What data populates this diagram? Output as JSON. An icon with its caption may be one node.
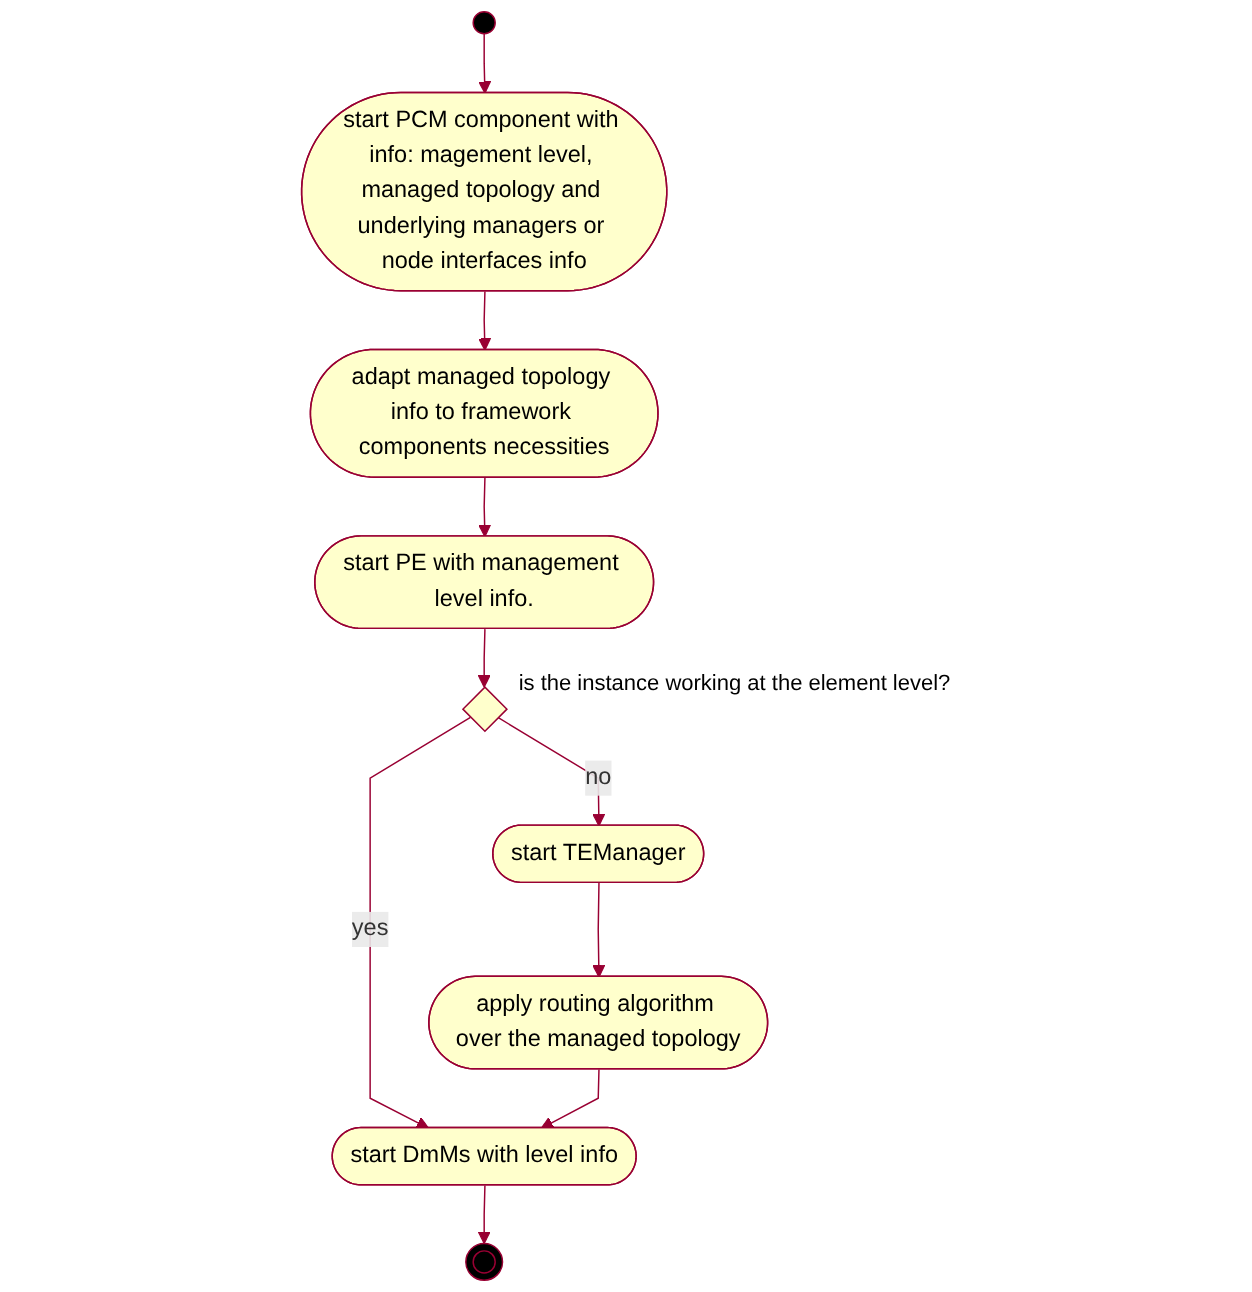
{
  "diagram": {
    "nodes": [
      {
        "text": [],
        "shape": "circle"
      },
      {
        "text": [
          "start PCM component with info: magement level, managed topology and underlying managers or node interfaces info"
        ]
      },
      {
        "text": [
          "adapt managed topology info to framework components necessities"
        ]
      },
      {
        "text": [
          "start PE with management level info."
        ]
      },
      {
        "text": [],
        "shape": "diamond",
        "beside": [
          "is the instance working at the element level?"
        ]
      },
      {
        "text": [
          "start TEManager"
        ]
      },
      {
        "text": [
          "apply routing algorithm over the managed topology"
        ]
      },
      {
        "text": [
          "start DmMs with level info"
        ]
      },
      {
        "text": [],
        "shape": "circle"
      }
    ],
    "edges": [
      {
        "from": 0,
        "to": 1,
        "arrow": "to"
      },
      {
        "from": 1,
        "to": 2,
        "arrow": "to"
      },
      {
        "from": 2,
        "to": 3,
        "arrow": "to"
      },
      {
        "from": 3,
        "to": 4,
        "arrow": "to"
      },
      {
        "from": 4,
        "to": 7,
        "arrow": "to",
        "label": "yes"
      },
      {
        "from": 4,
        "to": 5,
        "arrow": "to",
        "label": "no"
      },
      {
        "from": 5,
        "to": 6,
        "arrow": "to"
      },
      {
        "from": 6,
        "to": 7,
        "arrow": "to"
      },
      {
        "from": 7,
        "to": 8,
        "arrow": "to"
      }
    ]
  }
}
